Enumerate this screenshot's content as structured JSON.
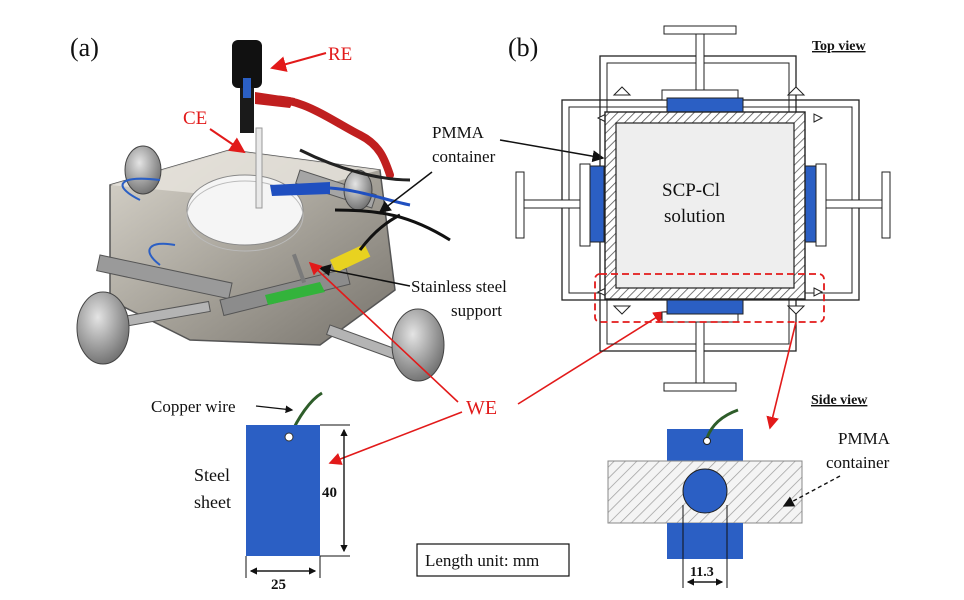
{
  "panel_a": {
    "label": "(a)",
    "re_label": "RE",
    "ce_label": "CE",
    "pmma_label_line1": "PMMA",
    "pmma_label_line2": "container",
    "support_label_line1": "Stainless steel",
    "support_label_line2": "support",
    "we_label": "WE",
    "copper_wire_label": "Copper wire",
    "steel_sheet_line1": "Steel",
    "steel_sheet_line2": "sheet",
    "height_dim": "40",
    "width_dim": "25",
    "unit_note": "Length unit: mm"
  },
  "panel_b": {
    "label": "(b)",
    "top_view_label": "Top view",
    "solution_line1": "SCP-Cl",
    "solution_line2": "solution",
    "side_view_label": "Side view",
    "pmma_label_line1": "PMMA",
    "pmma_label_line2": "container",
    "hole_dim": "11.3"
  },
  "colors": {
    "steel_blue": "#2b5fc4",
    "annotation_red": "#e21a1a",
    "wire_green": "#2e5d2a"
  }
}
